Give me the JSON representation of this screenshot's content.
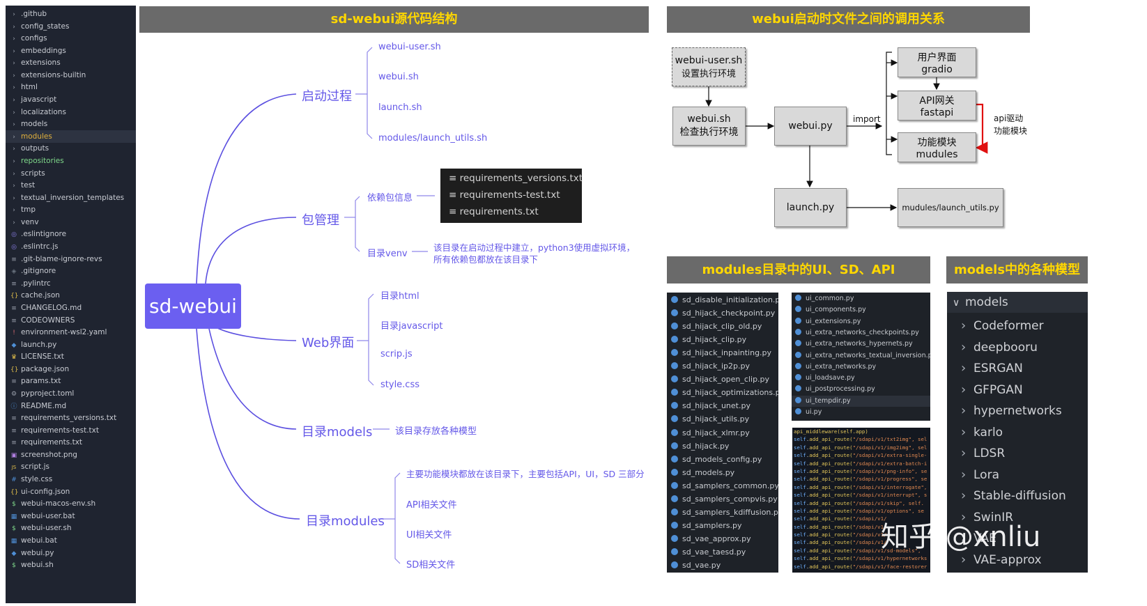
{
  "explorer": {
    "items": [
      {
        "icon": "chevron",
        "label": ".github"
      },
      {
        "icon": "chevron",
        "label": "config_states"
      },
      {
        "icon": "chevron",
        "label": "configs"
      },
      {
        "icon": "chevron",
        "label": "embeddings"
      },
      {
        "icon": "chevron",
        "label": "extensions"
      },
      {
        "icon": "chevron",
        "label": "extensions-builtin"
      },
      {
        "icon": "chevron",
        "label": "html"
      },
      {
        "icon": "chevron",
        "label": "javascript"
      },
      {
        "icon": "chevron",
        "label": "localizations"
      },
      {
        "icon": "chevron",
        "label": "models"
      },
      {
        "icon": "chevron",
        "label": "modules",
        "color": "#e0b03c",
        "selected": true
      },
      {
        "icon": "chevron",
        "label": "outputs"
      },
      {
        "icon": "chevron",
        "label": "repositories",
        "color": "#7fd88a"
      },
      {
        "icon": "chevron",
        "label": "scripts"
      },
      {
        "icon": "chevron",
        "label": "test"
      },
      {
        "icon": "chevron",
        "label": "textual_inversion_templates"
      },
      {
        "icon": "chevron",
        "label": "tmp"
      },
      {
        "icon": "chevron",
        "label": "venv"
      },
      {
        "icon": "eslint",
        "label": ".eslintignore"
      },
      {
        "icon": "eslint",
        "label": ".eslintrc.js"
      },
      {
        "icon": "lines",
        "label": ".git-blame-ignore-revs"
      },
      {
        "icon": "git",
        "label": ".gitignore"
      },
      {
        "icon": "lines",
        "label": ".pylintrc"
      },
      {
        "icon": "json",
        "label": "cache.json"
      },
      {
        "icon": "md",
        "label": "CHANGELOG.md"
      },
      {
        "icon": "lines",
        "label": "CODEOWNERS"
      },
      {
        "icon": "yaml",
        "label": "environment-wsl2.yaml"
      },
      {
        "icon": "py",
        "label": "launch.py"
      },
      {
        "icon": "license",
        "label": "LICENSE.txt"
      },
      {
        "icon": "json",
        "label": "package.json"
      },
      {
        "icon": "lines",
        "label": "params.txt"
      },
      {
        "icon": "gear",
        "label": "pyproject.toml"
      },
      {
        "icon": "info",
        "label": "README.md"
      },
      {
        "icon": "lines",
        "label": "requirements_versions.txt"
      },
      {
        "icon": "lines",
        "label": "requirements-test.txt"
      },
      {
        "icon": "lines",
        "label": "requirements.txt"
      },
      {
        "icon": "img",
        "label": "screenshot.png"
      },
      {
        "icon": "js",
        "label": "script.js"
      },
      {
        "icon": "css",
        "label": "style.css"
      },
      {
        "icon": "json",
        "label": "ui-config.json"
      },
      {
        "icon": "sh",
        "label": "webui-macos-env.sh"
      },
      {
        "icon": "win",
        "label": "webui-user.bat"
      },
      {
        "icon": "sh",
        "label": "webui-user.sh"
      },
      {
        "icon": "win",
        "label": "webui.bat"
      },
      {
        "icon": "py",
        "label": "webui.py"
      },
      {
        "icon": "sh",
        "label": "webui.sh"
      }
    ]
  },
  "headers": {
    "structure": "sd-webui源代码结构",
    "calls": "webui启动时文件之间的调用关系",
    "modules": "modules目录中的UI、SD、API",
    "models": "models中的各种模型"
  },
  "mindmap": {
    "root": "sd-webui",
    "startup": {
      "label": "启动过程",
      "leaves": [
        "webui-user.sh",
        "webui.sh",
        "launch.sh",
        "modules/launch_utils.sh"
      ]
    },
    "pkg": {
      "label": "包管理",
      "dep_label": "依赖包信息",
      "dep_files": [
        "requirements_versions.txt",
        "requirements-test.txt",
        "requirements.txt"
      ],
      "venv_label": "目录venv",
      "venv_desc": [
        "该目录在启动过程中建立，python3使用虚拟环境，",
        "所有依赖包都放在该目录下"
      ]
    },
    "web": {
      "label": "Web界面",
      "leaves": [
        "目录html",
        "目录javascript",
        "scrip.js",
        "style.css"
      ]
    },
    "models": {
      "label": "目录models",
      "desc": "该目录存放各种模型"
    },
    "modules": {
      "label": "目录modules",
      "leaves": [
        "主要功能模块都放在该目录下，主要包括API，UI，SD 三部分",
        "API相关文件",
        "UI相关文件",
        "SD相关文件"
      ]
    }
  },
  "flow": {
    "webui_user": [
      "webui-user.sh",
      "设置执行环境"
    ],
    "webui_sh": [
      "webui.sh",
      "检查执行环境"
    ],
    "webui_py": "webui.py",
    "launch_py": "launch.py",
    "launch_utils": "mudules/launch_utils.py",
    "ui": [
      "用户界面",
      "gradio"
    ],
    "api": [
      "API网关",
      "fastapi"
    ],
    "func": [
      "功能模块",
      "mudules"
    ],
    "import_label": "import",
    "api_drive": [
      "api驱动",
      "功能模块"
    ]
  },
  "sd_files": [
    "sd_disable_initialization.py",
    "sd_hijack_checkpoint.py",
    "sd_hijack_clip_old.py",
    "sd_hijack_clip.py",
    "sd_hijack_inpainting.py",
    "sd_hijack_ip2p.py",
    "sd_hijack_open_clip.py",
    "sd_hijack_optimizations.py",
    "sd_hijack_unet.py",
    "sd_hijack_utils.py",
    "sd_hijack_xlmr.py",
    "sd_hijack.py",
    "sd_models_config.py",
    "sd_models.py",
    "sd_samplers_common.py",
    "sd_samplers_compvis.py",
    "sd_samplers_kdiffusion.py",
    "sd_samplers.py",
    "sd_vae_approx.py",
    "sd_vae_taesd.py",
    "sd_vae.py"
  ],
  "ui_files": [
    "ui_common.py",
    "ui_components.py",
    "ui_extensions.py",
    "ui_extra_networks_checkpoints.py",
    "ui_extra_networks_hypernets.py",
    "ui_extra_networks_textual_inversion.py",
    "ui_extra_networks.py",
    "ui_loadsave.py",
    "ui_postprocessing.py",
    "ui_tempdir.py",
    "ui.py"
  ],
  "code": {
    "first": "api_middleware(self.app)",
    "prefix": "self.add_api_route(",
    "routes": [
      "\"/sdapi/v1/txt2img\", sel",
      "\"/sdapi/v1/img2img\", sel",
      "\"/sdapi/v1/extra-single-",
      "\"/sdapi/v1/extra-batch-i",
      "\"/sdapi/v1/png-info\", se",
      "\"/sdapi/v1/progress\", se",
      "\"/sdapi/v1/interrogate\",",
      "\"/sdapi/v1/interrupt\", s",
      "\"/sdapi/v1/skip\", self.",
      "\"/sdapi/v1/options\", se",
      "\"/sdapi/v1/",
      "\"/sdapi/v1/",
      "\"/sdapi/v1/",
      "\"/sdapi/v1/",
      "\"/sdapi/v1/sd-models\",",
      "\"/sdapi/v1/hypernetworks",
      "\"/sdapi/v1/face-restorer"
    ]
  },
  "models_tree": {
    "root": "models",
    "items": [
      "Codeformer",
      "deepbooru",
      "ESRGAN",
      "GFPGAN",
      "hypernetworks",
      "karlo",
      "LDSR",
      "Lora",
      "Stable-diffusion",
      "SwinIR",
      "VAE",
      "VAE-approx"
    ]
  },
  "watermark": "知乎 @xnliu"
}
